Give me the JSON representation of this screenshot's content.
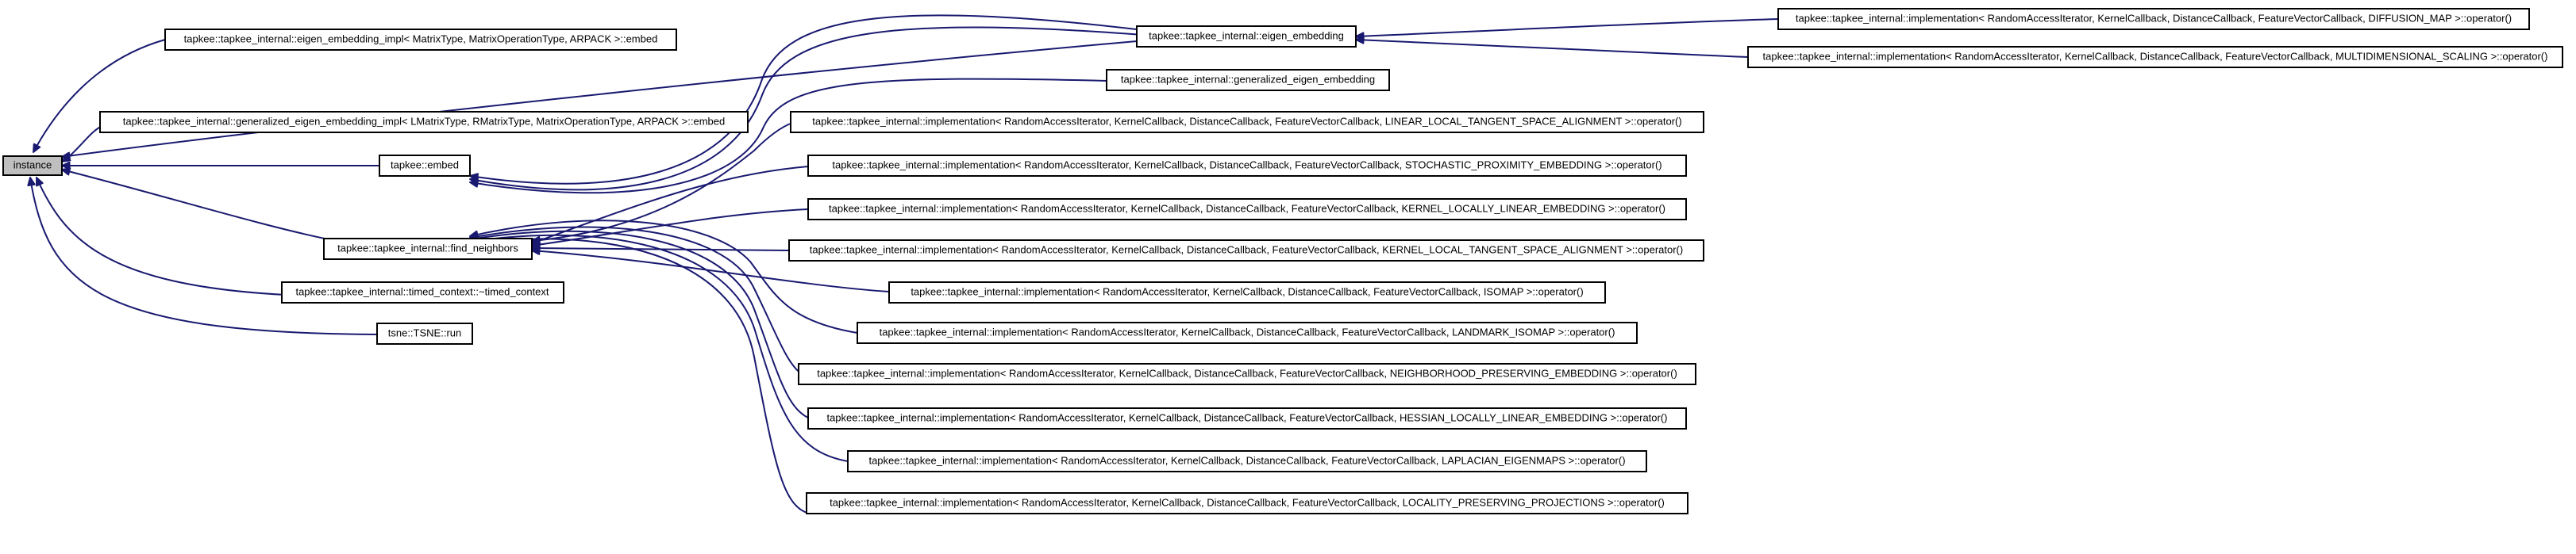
{
  "graph": {
    "type": "call-graph",
    "edge_color": "#191970",
    "root_fill": "#bfbfbf",
    "node_fill": "#ffffff",
    "nodes": {
      "instance": "instance",
      "eigen_embedding_impl": "tapkee::tapkee_internal::eigen_embedding_impl< MatrixType, MatrixOperationType, ARPACK >::embed",
      "generalized_eigen_embedding_impl": "tapkee::tapkee_internal::generalized_eigen_embedding_impl< LMatrixType, RMatrixType, MatrixOperationType, ARPACK >::embed",
      "embed": "tapkee::embed",
      "find_neighbors": "tapkee::tapkee_internal::find_neighbors",
      "timed_context": "tapkee::tapkee_internal::timed_context::~timed_context",
      "tsne_run": "tsne::TSNE::run",
      "eigen_embedding": "tapkee::tapkee_internal::eigen_embedding",
      "generalized_eigen_embedding": "tapkee::tapkee_internal::generalized_eigen_embedding",
      "impl_diffusion_map": "tapkee::tapkee_internal::implementation< RandomAccessIterator, KernelCallback, DistanceCallback, FeatureVectorCallback, DIFFUSION_MAP >::operator()",
      "impl_mds": "tapkee::tapkee_internal::implementation< RandomAccessIterator, KernelCallback, DistanceCallback, FeatureVectorCallback, MULTIDIMENSIONAL_SCALING >::operator()",
      "impl_ltsa": "tapkee::tapkee_internal::implementation< RandomAccessIterator, KernelCallback, DistanceCallback, FeatureVectorCallback, LINEAR_LOCAL_TANGENT_SPACE_ALIGNMENT >::operator()",
      "impl_spe": "tapkee::tapkee_internal::implementation< RandomAccessIterator, KernelCallback, DistanceCallback, FeatureVectorCallback, STOCHASTIC_PROXIMITY_EMBEDDING >::operator()",
      "impl_klle": "tapkee::tapkee_internal::implementation< RandomAccessIterator, KernelCallback, DistanceCallback, FeatureVectorCallback, KERNEL_LOCALLY_LINEAR_EMBEDDING >::operator()",
      "impl_kltsa": "tapkee::tapkee_internal::implementation< RandomAccessIterator, KernelCallback, DistanceCallback, FeatureVectorCallback, KERNEL_LOCAL_TANGENT_SPACE_ALIGNMENT >::operator()",
      "impl_isomap": "tapkee::tapkee_internal::implementation< RandomAccessIterator, KernelCallback, DistanceCallback, FeatureVectorCallback, ISOMAP >::operator()",
      "impl_landmark_isomap": "tapkee::tapkee_internal::implementation< RandomAccessIterator, KernelCallback, DistanceCallback, FeatureVectorCallback, LANDMARK_ISOMAP >::operator()",
      "impl_npe": "tapkee::tapkee_internal::implementation< RandomAccessIterator, KernelCallback, DistanceCallback, FeatureVectorCallback, NEIGHBORHOOD_PRESERVING_EMBEDDING >::operator()",
      "impl_hlle": "tapkee::tapkee_internal::implementation< RandomAccessIterator, KernelCallback, DistanceCallback, FeatureVectorCallback, HESSIAN_LOCALLY_LINEAR_EMBEDDING >::operator()",
      "impl_laplacian": "tapkee::tapkee_internal::implementation< RandomAccessIterator, KernelCallback, DistanceCallback, FeatureVectorCallback, LAPLACIAN_EIGENMAPS >::operator()",
      "impl_lpp": "tapkee::tapkee_internal::implementation< RandomAccessIterator, KernelCallback, DistanceCallback, FeatureVectorCallback, LOCALITY_PRESERVING_PROJECTIONS >::operator()"
    },
    "edges": [
      [
        "eigen_embedding_impl",
        "instance"
      ],
      [
        "eigen_embedding",
        "instance"
      ],
      [
        "generalized_eigen_embedding_impl",
        "instance"
      ],
      [
        "embed",
        "instance"
      ],
      [
        "find_neighbors",
        "instance"
      ],
      [
        "timed_context",
        "instance"
      ],
      [
        "tsne_run",
        "instance"
      ],
      [
        "impl_diffusion_map",
        "eigen_embedding"
      ],
      [
        "impl_mds",
        "eigen_embedding"
      ],
      [
        "eigen_embedding",
        "embed"
      ],
      [
        "generalized_eigen_embedding",
        "embed"
      ],
      [
        "impl_ltsa",
        "find_neighbors"
      ],
      [
        "impl_spe",
        "find_neighbors"
      ],
      [
        "impl_klle",
        "find_neighbors"
      ],
      [
        "impl_kltsa",
        "find_neighbors"
      ],
      [
        "impl_isomap",
        "find_neighbors"
      ],
      [
        "impl_landmark_isomap",
        "find_neighbors"
      ],
      [
        "impl_npe",
        "find_neighbors"
      ],
      [
        "impl_hlle",
        "find_neighbors"
      ],
      [
        "impl_laplacian",
        "find_neighbors"
      ],
      [
        "impl_lpp",
        "find_neighbors"
      ]
    ]
  }
}
